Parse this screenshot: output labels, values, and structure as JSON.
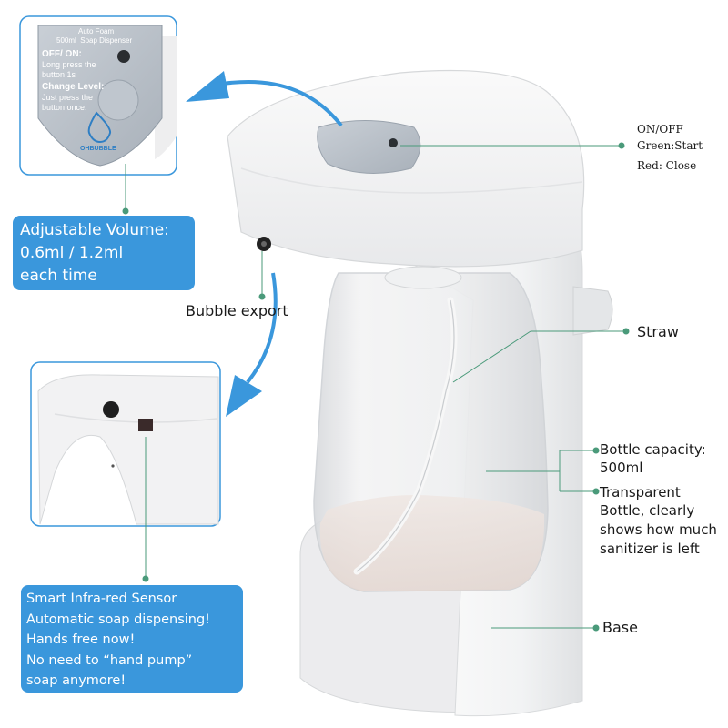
{
  "inset_panel": {
    "title_line1": "Auto Foam",
    "title_line2": "500ml  Soap Dispenser",
    "onoff_heading": "OFF/ ON:",
    "onoff_text_1": "Long press the",
    "onoff_text_2": "button 1s",
    "change_heading": "Change Level:",
    "change_text_1": "Just press the",
    "change_text_2": "button once.",
    "brand": "OHBUBBLE"
  },
  "volume_box": {
    "line1": "Adjustable Volume:",
    "line2": "0.6ml / 1.2ml",
    "line3": "each time"
  },
  "sensor_box": {
    "line1": "Smart Infra-red Sensor",
    "line2": "Automatic soap dispensing!",
    "line3": "Hands free now!",
    "line4": "No need to “hand pump”",
    "line5": "soap anymore!"
  },
  "labels": {
    "onoff": "ON/OFF",
    "green": "Green:Start",
    "red": "Red: Close",
    "bubble_export": "Bubble export",
    "straw": "Straw",
    "capacity_1": "Bottle capacity:",
    "capacity_2": "500ml",
    "transparent_1": "Transparent",
    "transparent_2": "Bottle, clearly",
    "transparent_3": "shows how much",
    "transparent_4": "sanitizer is left",
    "base": "Base"
  },
  "colors": {
    "callout_blue": "#3a97dc",
    "leader_green": "#4a9a7a",
    "panel_grey": "#b9c0c8",
    "led_green": "#2e9b4f"
  }
}
